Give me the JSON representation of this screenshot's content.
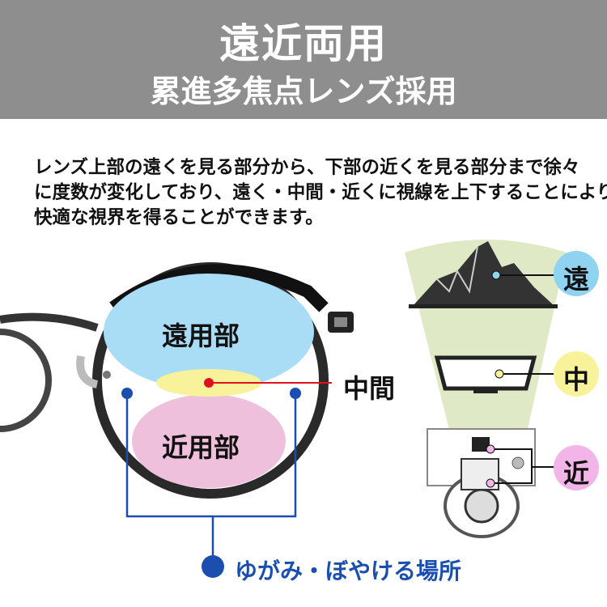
{
  "header": {
    "title": "遠近両用",
    "subtitle": "累進多焦点レンズ採用"
  },
  "description": [
    "レンズ上部の遠くを見る部分から、下部の近くを見る部分まで徐々",
    "に度数が変化しており、遠く・中間・近くに視線を上下することにより",
    "快適な視界を得ることができます。"
  ],
  "lens": {
    "far": "遠用部",
    "middle": "中間",
    "near": "近用部",
    "distortion": "ゆがみ・ぼやける場所"
  },
  "zones": {
    "far": "遠",
    "middle": "中",
    "near": "近"
  },
  "colors": {
    "far": "#a9dcf5",
    "middle": "#f8f39a",
    "near": "#efc0dc",
    "accent": "#1a4fb0",
    "header": "#8e8e8e"
  }
}
